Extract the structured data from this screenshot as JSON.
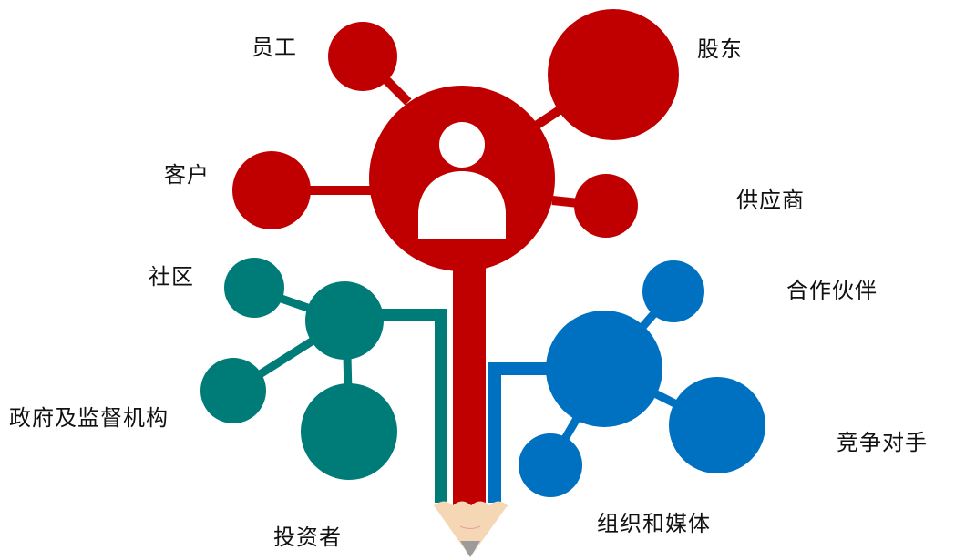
{
  "stakeholders": {
    "employee": "员工",
    "shareholder": "股东",
    "customer": "客户",
    "supplier": "供应商",
    "community": "社区",
    "partner": "合作伙伴",
    "government": "政府及监督机构",
    "competitor": "竞争对手",
    "media": "组织和媒体",
    "investor": "投资者"
  },
  "colors": {
    "red": "#C00000",
    "teal": "#007C78",
    "blue": "#0070C0",
    "pencil_wood": "#F5D7B5",
    "pencil_tip": "#9B9B9B",
    "white": "#FFFFFF"
  },
  "icons": {
    "center": "person-icon",
    "bottom": "pencil-tip-icon"
  }
}
